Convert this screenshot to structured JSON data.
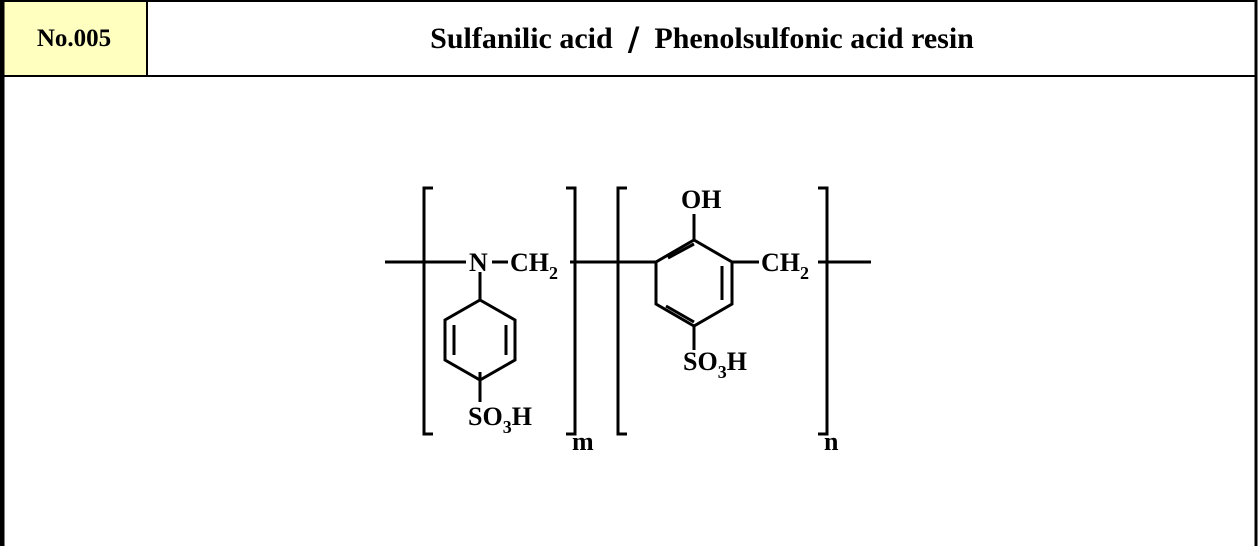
{
  "header": {
    "id": "No.005",
    "title_left": "Sulfanilic acid",
    "title_sep": "/",
    "title_right": "Phenolsulfonic acid resin"
  },
  "structure": {
    "nitrogen": "N",
    "ch2_1": "CH",
    "ch2_1_sub": "2",
    "so3h_1": "SO",
    "so3h_1_sub": "3",
    "so3h_1_end": "H",
    "oh": "OH",
    "ch2_2": "CH",
    "ch2_2_sub": "2",
    "so3h_2": "SO",
    "so3h_2_sub": "3",
    "so3h_2_end": "H",
    "m": "m",
    "n": "n"
  },
  "colors": {
    "id_bg": "#ffffc0",
    "border": "#000000"
  }
}
